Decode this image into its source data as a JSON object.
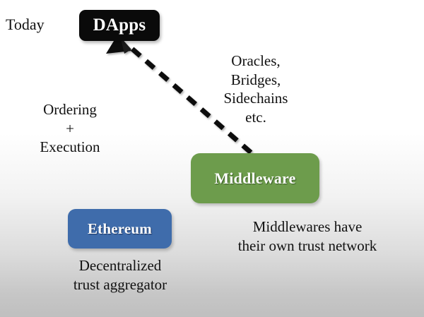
{
  "slide": {
    "label": "Today",
    "background_top": "#ffffff",
    "background_bottom": "#bfbfbf"
  },
  "nodes": [
    {
      "id": "dapps",
      "label": "DApps",
      "color": "#0a0a0a",
      "text_color": "#ffffff"
    },
    {
      "id": "ethereum",
      "label": "Ethereum",
      "color": "#3f6cab",
      "text_color": "#ffffff"
    },
    {
      "id": "middleware",
      "label": "Middleware",
      "color": "#6d9c4c",
      "text_color": "#ffffff"
    }
  ],
  "edges": [
    {
      "id": "ethereum-to-dapps",
      "from": "ethereum",
      "to": "dapps",
      "style": "dashed",
      "arrow": true,
      "label": "Ordering\n+\nExecution"
    },
    {
      "id": "middleware-to-dapps",
      "from": "middleware",
      "to": "dapps",
      "style": "dashed",
      "arrow": true,
      "label": "Oracles,\nBridges,\nSidechains\netc."
    }
  ],
  "captions": {
    "ethereum_caption": "Decentralized\ntrust aggregator",
    "middleware_caption": "Middlewares have\ntheir own trust network"
  }
}
